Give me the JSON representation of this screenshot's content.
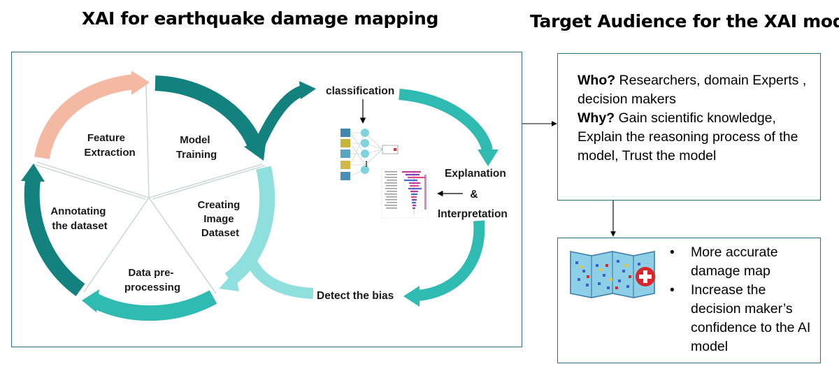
{
  "titles": {
    "left": "XAI for earthquake damage mapping",
    "right": "Target Audience for the XAI model"
  },
  "cycle": {
    "feature_extraction": [
      "Feature",
      "Extraction"
    ],
    "model_training": [
      "Model",
      "Training"
    ],
    "creating_image_dataset": [
      "Creating",
      "Image",
      "Dataset"
    ],
    "data_preprocessing": [
      "Data pre-",
      "processing"
    ],
    "annotating_dataset": [
      "Annotating",
      "the dataset"
    ]
  },
  "flow": {
    "classification": "classification",
    "explanation": "Explanation",
    "ampersand": "&",
    "interpretation": "Interpretation",
    "detect_bias": "Detect the bias"
  },
  "audience": {
    "who_label": "Who?",
    "who_text": " Researchers, domain Experts , decision makers",
    "why_label": "Why?",
    "why_text": " Gain scientific knowledge, Explain the reasoning process of the model, Trust the model"
  },
  "benefits": {
    "items": [
      "More accurate damage map",
      "Increase the decision maker’s confidence to the AI model"
    ]
  },
  "colors": {
    "dark_teal": "#13827f",
    "teal": "#2fbab2",
    "light_teal": "#8fdfdf",
    "salmon": "#f4b9a3",
    "border": "#2a6f7a",
    "map_blue": "#8ccfe6",
    "map_border": "#3d7fa8",
    "medical_red": "#d8262c"
  },
  "icons": [
    "neural-network-icon",
    "shap-plot-icon",
    "damage-map-icon",
    "medical-cross-icon"
  ]
}
